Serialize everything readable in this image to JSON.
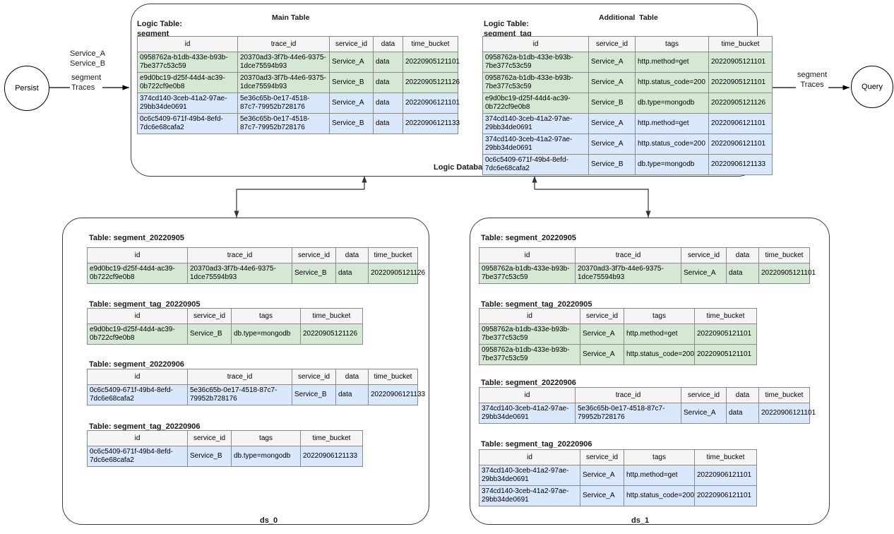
{
  "diagram": {
    "title_main_table": "Main Table",
    "title_additional_table": "Additional  Table",
    "logic_database_label": "Logic Database",
    "ds0_label": "ds_0",
    "ds1_label": "ds_1"
  },
  "endpoints": {
    "persist": "Persist",
    "query": "Query",
    "persist_edge_services": "Service_A\nService_B",
    "persist_edge_payload": "segment\nTraces",
    "query_edge_payload": "segment\nTraces"
  },
  "logic_tables": {
    "main": {
      "caption": "Logic Table:\nsegment",
      "columns": [
        "id",
        "trace_id",
        "service_id",
        "data",
        "time_bucket"
      ],
      "rows": [
        {
          "tone": "green",
          "cells": [
            "0958762a-b1db-433e-b93b-7be377c53c59",
            "20370ad3-3f7b-44e6-9375-1dce75594b93",
            "Service_A",
            "data",
            "20220905121101"
          ]
        },
        {
          "tone": "green",
          "cells": [
            "e9d0bc19-d25f-44d4-ac39-0b722cf9e0b8",
            "20370ad3-3f7b-44e6-9375-1dce75594b93",
            "Service_B",
            "data",
            "20220905121126"
          ]
        },
        {
          "tone": "blue",
          "cells": [
            "374cd140-3ceb-41a2-97ae-29bb34de0691",
            "5e36c65b-0e17-4518-87c7-79952b728176",
            "Service_A",
            "data",
            "20220906121101"
          ]
        },
        {
          "tone": "blue",
          "cells": [
            "0c6c5409-671f-49b4-8efd-7dc6e68cafa2",
            "5e36c65b-0e17-4518-87c7-79952b728176",
            "Service_B",
            "data",
            "20220906121133"
          ]
        }
      ]
    },
    "additional": {
      "caption": "Logic Table:\nsegment_tag",
      "columns": [
        "id",
        "service_id",
        "tags",
        "time_bucket"
      ],
      "rows": [
        {
          "tone": "green",
          "cells": [
            "0958762a-b1db-433e-b93b-7be377c53c59",
            "Service_A",
            "http.method=get",
            "20220905121101"
          ]
        },
        {
          "tone": "green",
          "cells": [
            "0958762a-b1db-433e-b93b-7be377c53c59",
            "Service_A",
            "http.status_code=200",
            "20220905121101"
          ]
        },
        {
          "tone": "green",
          "cells": [
            "e9d0bc19-d25f-44d4-ac39-0b722cf9e0b8",
            "Service_B",
            "db.type=mongodb",
            "20220905121126"
          ]
        },
        {
          "tone": "blue",
          "cells": [
            "374cd140-3ceb-41a2-97ae-29bb34de0691",
            "Service_A",
            "http.method=get",
            "20220906121101"
          ]
        },
        {
          "tone": "blue",
          "cells": [
            "374cd140-3ceb-41a2-97ae-29bb34de0691",
            "Service_A",
            "http.status_code=200",
            "20220906121101"
          ]
        },
        {
          "tone": "blue",
          "cells": [
            "0c6c5409-671f-49b4-8efd-7dc6e68cafa2",
            "Service_B",
            "db.type=mongodb",
            "20220906121133"
          ]
        }
      ]
    }
  },
  "ds0": {
    "t1": {
      "caption": "Table: segment_20220905",
      "columns": [
        "id",
        "trace_id",
        "service_id",
        "data",
        "time_bucket"
      ],
      "rows": [
        {
          "tone": "green",
          "cells": [
            "e9d0bc19-d25f-44d4-ac39-0b722cf9e0b8",
            "20370ad3-3f7b-44e6-9375-1dce75594b93",
            "Service_B",
            "data",
            "20220905121126"
          ]
        }
      ]
    },
    "t2": {
      "caption": "Table: segment_tag_20220905",
      "columns": [
        "id",
        "service_id",
        "tags",
        "time_bucket"
      ],
      "rows": [
        {
          "tone": "green",
          "cells": [
            "e9d0bc19-d25f-44d4-ac39-0b722cf9e0b8",
            "Service_B",
            "db.type=mongodb",
            "20220905121126"
          ]
        }
      ]
    },
    "t3": {
      "caption": "Table: segment_20220906",
      "columns": [
        "id",
        "trace_id",
        "service_id",
        "data",
        "time_bucket"
      ],
      "rows": [
        {
          "tone": "blue",
          "cells": [
            "0c6c5409-671f-49b4-8efd-7dc6e68cafa2",
            "5e36c65b-0e17-4518-87c7-79952b728176",
            "Service_B",
            "data",
            "20220906121133"
          ]
        }
      ]
    },
    "t4": {
      "caption": "Table: segment_tag_20220906",
      "columns": [
        "id",
        "service_id",
        "tags",
        "time_bucket"
      ],
      "rows": [
        {
          "tone": "blue",
          "cells": [
            "0c6c5409-671f-49b4-8efd-7dc6e68cafa2",
            "Service_B",
            "db.type=mongodb",
            "20220906121133"
          ]
        }
      ]
    }
  },
  "ds1": {
    "t1": {
      "caption": "Table: segment_20220905",
      "columns": [
        "id",
        "trace_id",
        "service_id",
        "data",
        "time_bucket"
      ],
      "rows": [
        {
          "tone": "green",
          "cells": [
            "0958762a-b1db-433e-b93b-7be377c53c59",
            "20370ad3-3f7b-44e6-9375-1dce75594b93",
            "Service_A",
            "data",
            "20220905121101"
          ]
        }
      ]
    },
    "t2": {
      "caption": "Table: segment_tag_20220905",
      "columns": [
        "id",
        "service_id",
        "tags",
        "time_bucket"
      ],
      "rows": [
        {
          "tone": "green",
          "cells": [
            "0958762a-b1db-433e-b93b-7be377c53c59",
            "Service_A",
            "http.method=get",
            "20220905121101"
          ]
        },
        {
          "tone": "green",
          "cells": [
            "0958762a-b1db-433e-b93b-7be377c53c59",
            "Service_A",
            "http.status_code=200",
            "20220905121101"
          ]
        }
      ]
    },
    "t3": {
      "caption": "Table: segment_20220906",
      "columns": [
        "id",
        "trace_id",
        "service_id",
        "data",
        "time_bucket"
      ],
      "rows": [
        {
          "tone": "blue",
          "cells": [
            "374cd140-3ceb-41a2-97ae-29bb34de0691",
            "5e36c65b-0e17-4518-87c7-79952b728176",
            "Service_A",
            "data",
            "20220906121101"
          ]
        }
      ]
    },
    "t4": {
      "caption": "Table: segment_tag_20220906",
      "columns": [
        "id",
        "service_id",
        "tags",
        "time_bucket"
      ],
      "rows": [
        {
          "tone": "blue",
          "cells": [
            "374cd140-3ceb-41a2-97ae-29bb34de0691",
            "Service_A",
            "http.method=get",
            "20220906121101"
          ]
        },
        {
          "tone": "blue",
          "cells": [
            "374cd140-3ceb-41a2-97ae-29bb34de0691",
            "Service_A",
            "http.status_code=200",
            "20220906121101"
          ]
        }
      ]
    }
  },
  "colors": {
    "green_row": "#d5e8d4",
    "blue_row": "#dae8fc",
    "header_row": "#f5f5f5",
    "border": "#8a8a8a",
    "box_border": "#3c3c3c",
    "canvas": "#ffffff"
  }
}
